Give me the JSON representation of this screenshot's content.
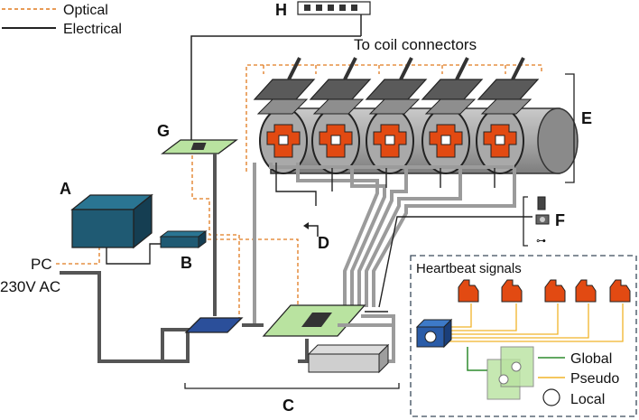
{
  "legend": {
    "optical": "Optical",
    "electrical": "Electrical"
  },
  "labels": {
    "A": "A",
    "B": "B",
    "C": "C",
    "D": "D",
    "E": "E",
    "F": "F",
    "G": "G",
    "H": "H",
    "pc": "PC",
    "power": "230V AC",
    "coil_connectors": "To coil connectors"
  },
  "inset": {
    "title": "Heartbeat signals",
    "legend": {
      "global": "Global",
      "pseudo": "Pseudo",
      "local": "Local"
    }
  },
  "colors": {
    "optical": "#e07a1e",
    "electrical": "#222222",
    "coil_body": "#9a9a9a",
    "coil_board": "#e24a12",
    "module_a": "#1f5a73",
    "board_green": "#b9e3a0",
    "global_signal": "#2e8b2e",
    "pseudo_signal": "#f0b429",
    "inset_border": "#3a4a5a"
  }
}
